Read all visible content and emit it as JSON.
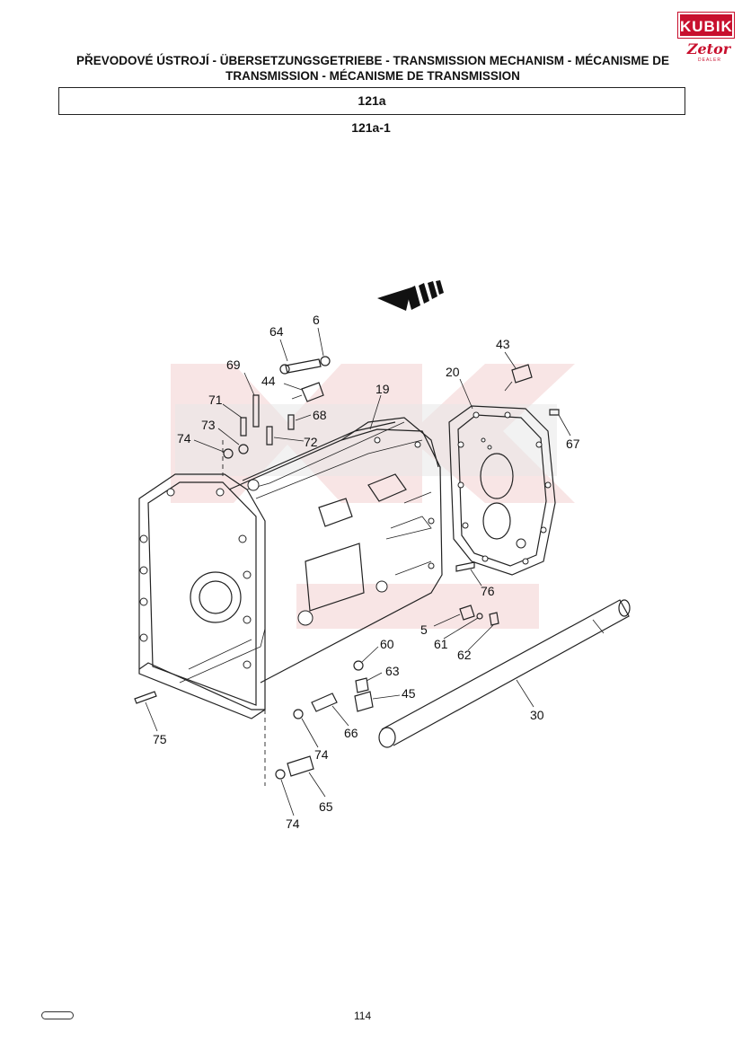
{
  "logo": {
    "brand": "KUBIK",
    "partner": "Zetor",
    "tag": "DEALER"
  },
  "header": {
    "title_line1": "PŘEVODOVÉ ÚSTROJÍ - ÜBERSETZUNGSGETRIEBE - TRANSMISSION MECHANISM - MÉCANISME DE",
    "title_line2": "TRANSMISSION - MÉCANISME DE TRANSMISSION",
    "section": "121a",
    "figure_id": "121a-1"
  },
  "part_labels": [
    "64",
    "6",
    "43",
    "69",
    "44",
    "20",
    "19",
    "71",
    "68",
    "73",
    "72",
    "74",
    "67",
    "76",
    "5",
    "61",
    "62",
    "60",
    "63",
    "45",
    "30",
    "75",
    "66",
    "74",
    "65",
    "74"
  ],
  "footer": {
    "page_number": "114"
  }
}
